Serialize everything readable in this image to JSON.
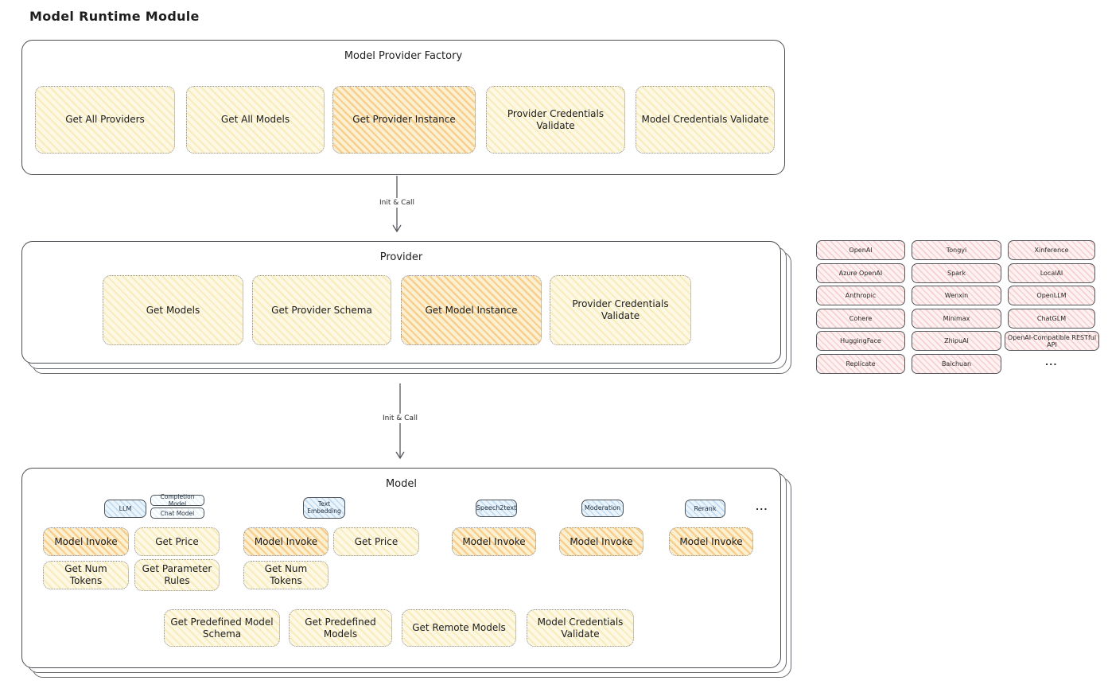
{
  "title": "Model Runtime Module",
  "arrows": {
    "arrow1_label": "Init & Call",
    "arrow2_label": "Init & Call"
  },
  "factory": {
    "title": "Model Provider Factory",
    "boxes": [
      {
        "label": "Get All Providers",
        "highlight": false
      },
      {
        "label": "Get All Models",
        "highlight": false
      },
      {
        "label": "Get Provider Instance",
        "highlight": true
      },
      {
        "label": "Provider Credentials Validate",
        "highlight": false
      },
      {
        "label": "Model Credentials Validate",
        "highlight": false
      }
    ]
  },
  "provider": {
    "title": "Provider",
    "boxes": [
      {
        "label": "Get Models",
        "highlight": false
      },
      {
        "label": "Get Provider Schema",
        "highlight": false
      },
      {
        "label": "Get Model Instance",
        "highlight": true
      },
      {
        "label": "Provider Credentials Validate",
        "highlight": false
      }
    ]
  },
  "provider_catalog": {
    "col1": [
      "OpenAI",
      "Azure OpenAI",
      "Anthropic",
      "Cohere",
      "HuggingFace",
      "Replicate"
    ],
    "col2": [
      "Tongyi",
      "Spark",
      "Wenxin",
      "Minimax",
      "ZhipuAI",
      "Baichuan"
    ],
    "col3": [
      "Xinference",
      "LocalAI",
      "OpenLLM",
      "ChatGLM",
      "OpenAI-Compatible RESTful API"
    ],
    "more": "..."
  },
  "model": {
    "title": "Model",
    "tabs": {
      "llm": "LLM",
      "completion": "Completion Model",
      "chat": "Chat Model",
      "text_embedding": "Text Embedding",
      "speech2text": "Speech2text",
      "moderation": "Moderation",
      "rerank": "Rerank",
      "more": "..."
    },
    "functions": {
      "llm": [
        "Model Invoke",
        "Get Price",
        "Get Num Tokens",
        "Get Parameter Rules"
      ],
      "text_embedding": [
        "Model Invoke",
        "Get Price",
        "Get Num Tokens"
      ],
      "speech2text": [
        "Model Invoke"
      ],
      "moderation": [
        "Model Invoke"
      ],
      "rerank": [
        "Model Invoke"
      ]
    },
    "bottom": [
      "Get Predefined Model Schema",
      "Get Predefined Models",
      "Get Remote Models",
      "Model Credentials Validate"
    ]
  }
}
